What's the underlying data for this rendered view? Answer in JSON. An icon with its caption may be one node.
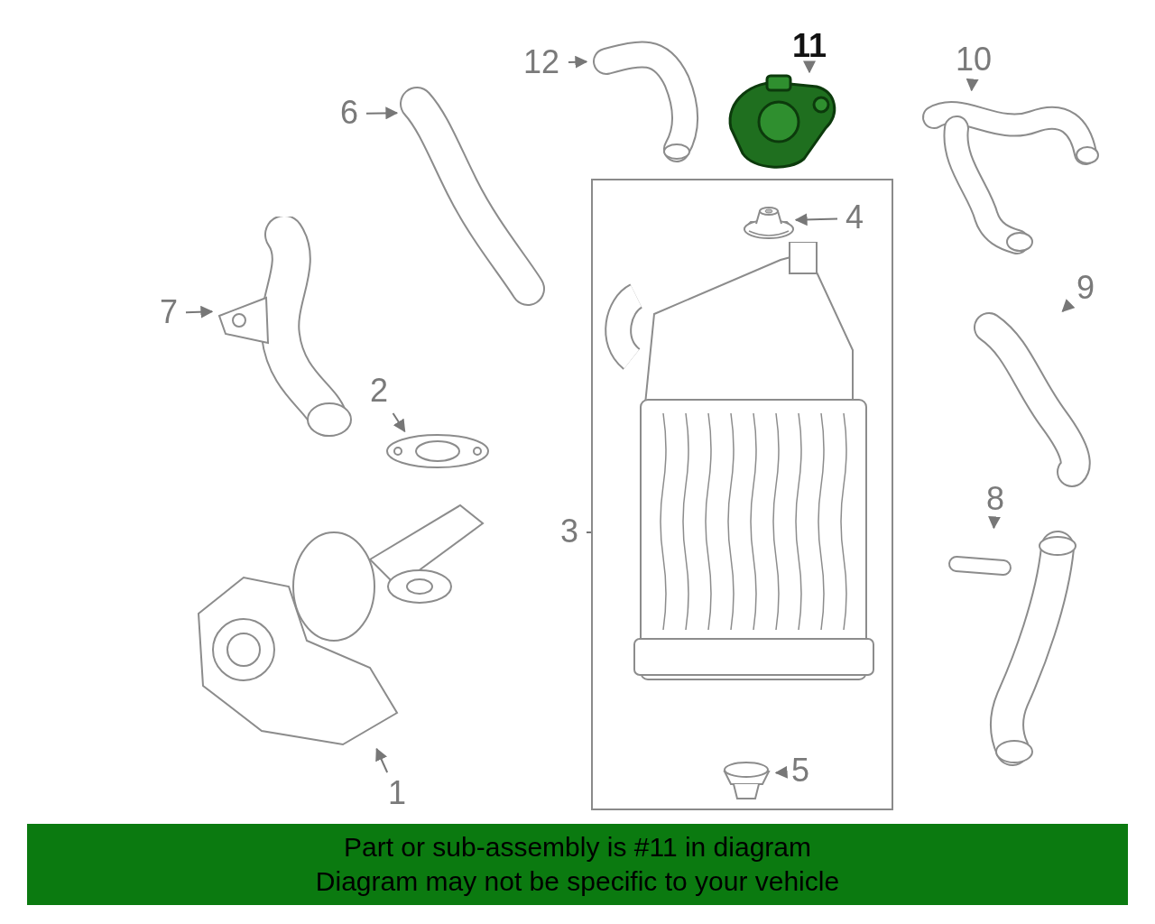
{
  "diagram": {
    "nodes": [
      {
        "text": [
          "12"
        ]
      },
      {
        "text": [],
        "shape": "picture"
      },
      {
        "text": [
          "11"
        ]
      },
      {
        "text": [],
        "shape": "picture"
      },
      {
        "text": [
          "10"
        ]
      },
      {
        "text": [],
        "shape": "picture"
      },
      {
        "text": [
          "6"
        ]
      },
      {
        "text": [],
        "shape": "picture"
      },
      {
        "text": [],
        "shape": "box"
      },
      {
        "text": [],
        "shape": "picture",
        "in": 8
      },
      {
        "text": [
          "4"
        ],
        "in": 8
      },
      {
        "text": [],
        "shape": "picture",
        "in": 8
      },
      {
        "text": [
          "7"
        ]
      },
      {
        "text": [],
        "shape": "picture"
      },
      {
        "text": [
          "9"
        ]
      },
      {
        "text": [],
        "shape": "picture"
      },
      {
        "text": [
          "2"
        ]
      },
      {
        "text": [],
        "shape": "picture"
      },
      {
        "text": [
          "3"
        ]
      },
      {
        "text": [
          "8"
        ]
      },
      {
        "text": [],
        "shape": "picture"
      },
      {
        "text": [],
        "shape": "picture"
      },
      {
        "text": [],
        "shape": "picture",
        "in": 8
      },
      {
        "text": [
          "5"
        ],
        "in": 8
      },
      {
        "text": [
          "1"
        ]
      },
      {
        "text": [
          "Part or sub-assembly is #11 in diagram",
          "Diagram may not be specific to your vehicle"
        ]
      }
    ],
    "edges": [
      {
        "from": 0,
        "to": 1,
        "arrow": "to"
      },
      {
        "from": 2,
        "to": 3,
        "arrow": "to"
      },
      {
        "from": 4,
        "to": 5,
        "arrow": "to"
      },
      {
        "from": 6,
        "to": 7,
        "arrow": "to"
      },
      {
        "from": 10,
        "to": 9,
        "arrow": "to"
      },
      {
        "from": 12,
        "to": 13,
        "arrow": "to"
      },
      {
        "from": 14,
        "to": 15,
        "arrow": "to"
      },
      {
        "from": 16,
        "to": 17,
        "arrow": "to"
      },
      {
        "from": 18,
        "to": 8,
        "arrow": "none"
      },
      {
        "from": 19,
        "to": 20,
        "arrow": "to"
      },
      {
        "from": 23,
        "to": 22,
        "arrow": "to"
      },
      {
        "from": 24,
        "to": 21,
        "arrow": "to"
      }
    ]
  }
}
